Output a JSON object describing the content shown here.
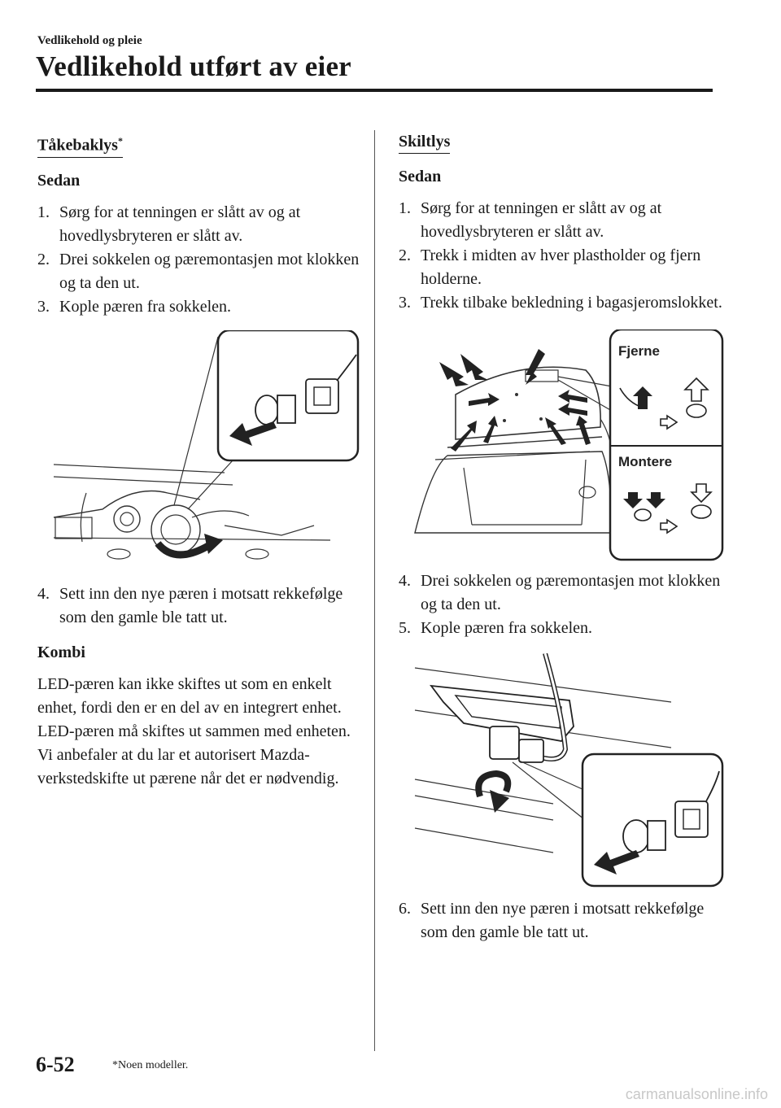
{
  "header": {
    "section": "Vedlikehold og pleie",
    "title": "Vedlikehold utført av eier"
  },
  "left": {
    "heading": "Tåkebaklys",
    "heading_mark": "*",
    "sedan_label": "Sedan",
    "sedan_steps": [
      {
        "num": "1.",
        "text": "Sørg for at tenningen er slått av og at hovedlysbryteren er slått av."
      },
      {
        "num": "2.",
        "text": "Drei sokkelen og pæremontasjen mot klokken og ta den ut."
      },
      {
        "num": "3.",
        "text": "Kople pæren fra sokkelen."
      }
    ],
    "after_steps": [
      {
        "num": "4.",
        "text": "Sett inn den nye pæren i motsatt rekkefølge som den gamle ble tatt ut."
      }
    ],
    "kombi_label": "Kombi",
    "kombi_paragraphs": [
      "LED-pæren kan ikke skiftes ut som en enkelt enhet, fordi den er en del av en integrert enhet.",
      "LED-pæren må skiftes ut sammen med enheten. Vi anbefaler at du lar et autorisert Mazda-verkstedskifte ut pærene når det er nødvendig."
    ]
  },
  "right": {
    "heading": "Skiltlys",
    "sedan_label": "Sedan",
    "steps_a": [
      {
        "num": "1.",
        "text": "Sørg for at tenningen er slått av og at hovedlysbryteren er slått av."
      },
      {
        "num": "2.",
        "text": "Trekk i midten av hver plastholder og fjern holderne."
      },
      {
        "num": "3.",
        "text": "Trekk tilbake bekledning i bagasjeromslokket."
      }
    ],
    "diagram_labels": {
      "remove": "Fjerne",
      "install": "Montere"
    },
    "steps_b": [
      {
        "num": "4.",
        "text": "Drei sokkelen og pæremontasjen mot klokken og ta den ut."
      },
      {
        "num": "5.",
        "text": "Kople pæren fra sokkelen."
      }
    ],
    "steps_c": [
      {
        "num": "6.",
        "text": "Sett inn den nye pæren i motsatt rekkefølge som den gamle ble tatt ut."
      }
    ]
  },
  "footer": {
    "page_number": "6-52",
    "note": "*Noen modeller.",
    "watermark": "carmanualsonline.info"
  }
}
